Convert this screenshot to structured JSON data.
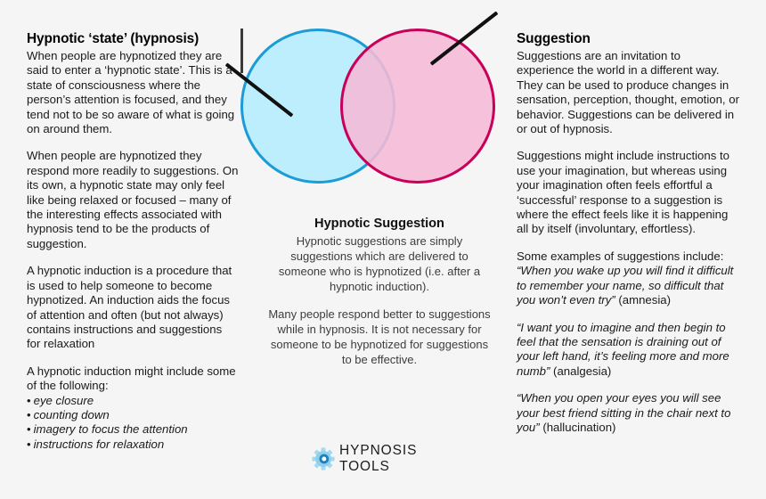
{
  "background_color": "#f5f5f5",
  "diagram": {
    "type": "venn",
    "left_circle": {
      "name": "hypnotic-state",
      "fill": "#bdeefd",
      "stroke": "#1b9cd8"
    },
    "right_circle": {
      "name": "suggestion",
      "fill": "#f6bad6",
      "stroke": "#c8005a"
    },
    "intersection": {
      "name": "hypnotic-suggestion",
      "fill": "#c0c5e0"
    },
    "leader_lines": [
      "left-pointer",
      "right-pointer",
      "center-pointer"
    ]
  },
  "left_column": {
    "heading": "Hypnotic ‘state’ (hypnosis)",
    "paragraphs": [
      "When people are hypnotized they are said to enter a ‘hypnotic state’. This is a state of consciousness where the person’s attention is focused, and they tend not to be so aware of what is going on around them.",
      "When people are hypnotized they respond more readily to suggestions. On its own, a hypnotic state may only feel like being relaxed or focused – many of the interesting effects associated with hypnosis tend to be the products of suggestion.",
      "A hypnotic induction is a procedure that is used to help someone to become hypnotized. An induction aids the focus of attention and often (but not always) contains instructions and suggestions for relaxation"
    ],
    "list_intro": "A hypnotic induction might include some of the following:",
    "list_items": [
      "eye closure",
      "counting down",
      "imagery to focus the attention",
      "instructions for relaxation"
    ]
  },
  "center_column": {
    "heading": "Hypnotic Suggestion",
    "paragraphs": [
      "Hypnotic suggestions are simply suggestions which are delivered to someone who is hypnotized (i.e. after a hypnotic induction).",
      "Many people respond better to suggestions while in hypnosis. It is not necessary for someone to be hypnotized for suggestions to be effective."
    ]
  },
  "right_column": {
    "heading": "Suggestion",
    "paragraphs": [
      "Suggestions are an invitation to experience the world in a different way. They can be used to produce changes in sensation, perception, thought, emotion, or behavior. Suggestions can be delivered in or out of hypnosis.",
      "Suggestions might include instructions to use your imagination, but whereas using your imagination often feels effortful a ‘successful’ response to a suggestion is where the effect feels like it is happening all by itself (involuntary, effortless)."
    ],
    "examples_intro": "Some examples of suggestions include:",
    "examples": [
      {
        "quote": "“When you wake up you will find it difficult to  remember your name, so difficult that you won’t even try”",
        "tag": " (amnesia)"
      },
      {
        "quote": "“I want you to imagine and then begin to feel that the sensation is draining out of your left hand,  it’s feeling more and more numb”",
        "tag": " (analgesia)"
      },
      {
        "quote": "“When you open your eyes you will see your best friend sitting in the chair next to you”",
        "tag": " (hallucination)"
      }
    ]
  },
  "logo": {
    "icon": "gear-icon",
    "name": "HYPNOSIS TOOLS",
    "icon_color_light": "#9fd8ef",
    "icon_color_dark": "#1d7fc0"
  }
}
